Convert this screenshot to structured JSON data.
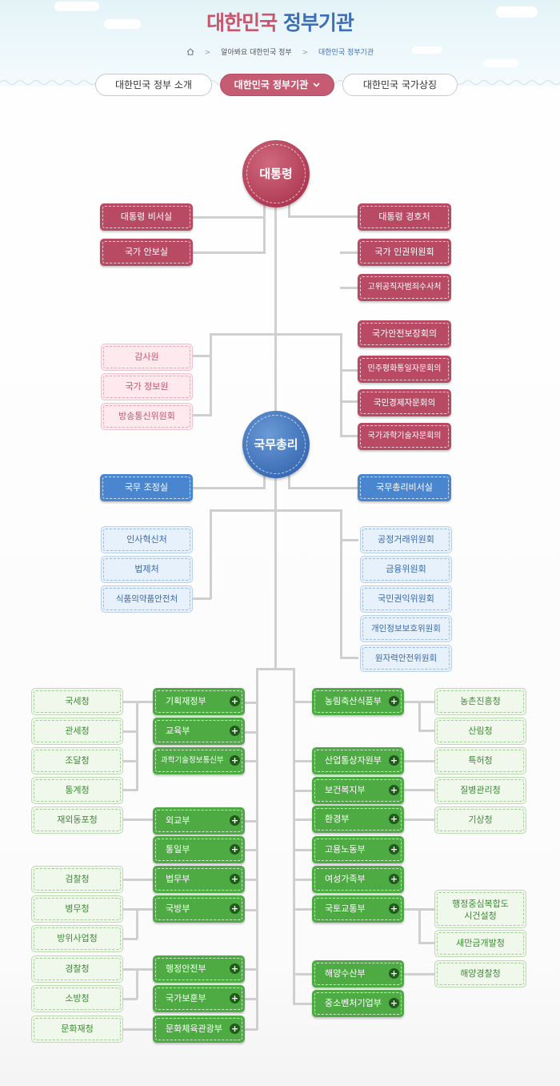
{
  "header": {
    "title_part1": "대한민국",
    "title_part2": "정부기관",
    "breadcrumb": {
      "home_icon": "home-icon",
      "separator": ">",
      "items": [
        "알아봐요 대한민국 정부",
        "대한민국 정부기관"
      ]
    }
  },
  "tabs": [
    {
      "label": "대한민국 정부 소개",
      "active": false
    },
    {
      "label": "대한민국 정부기관",
      "active": true,
      "icon": "chevron-down-icon"
    },
    {
      "label": "대한민국 국가상징",
      "active": false
    }
  ],
  "president": {
    "label": "대통령",
    "left": [
      "대통령 비서실",
      "국가 안보실"
    ],
    "right": [
      "대통령 경호처",
      "국가 인권위원회",
      "고위공직자범죄수사처"
    ],
    "advisory_left": [
      "감사원",
      "국가 정보원",
      "방송통신위원회"
    ],
    "advisory_right": [
      "국가안전보장회의",
      "민주평화통일자문회의",
      "국민경제자문회의",
      "국가과학기술자문회의"
    ]
  },
  "prime_minister": {
    "label": "국무총리",
    "left": [
      "국무 조정실"
    ],
    "right": [
      "국무총리비서실"
    ],
    "agencies_left": [
      "인사혁신처",
      "법제처",
      "식품의약품안전처"
    ],
    "agencies_right": [
      "공정거래위원회",
      "금융위원회",
      "국민권익위원회",
      "개인정보보호위원회",
      "원자력안전위원회"
    ]
  },
  "ministries": {
    "plus_symbol": "+",
    "left": [
      "기획재정부",
      "교육부",
      "과학기술정보통신부",
      "외교부",
      "통일부",
      "법무부",
      "국방부",
      "행정안전부",
      "국가보훈부",
      "문화체육관광부"
    ],
    "right": [
      "농림축산식품부",
      "산업통상자원부",
      "보건복지부",
      "환경부",
      "고용노동부",
      "여성가족부",
      "국토교통부",
      "해양수산부",
      "중소벤처기업부"
    ]
  },
  "sub_agencies": {
    "left": [
      "국세청",
      "관세청",
      "조달청",
      "통계청",
      "재외동포청",
      "검찰청",
      "병무청",
      "방위사업청",
      "경찰청",
      "소방청",
      "문화재청"
    ],
    "right": [
      "농촌진흥청",
      "산림청",
      "특허청",
      "질병관리청",
      "기상청",
      "행정중심복합도시건설청",
      "새만금개발청",
      "해양경찰청"
    ]
  }
}
